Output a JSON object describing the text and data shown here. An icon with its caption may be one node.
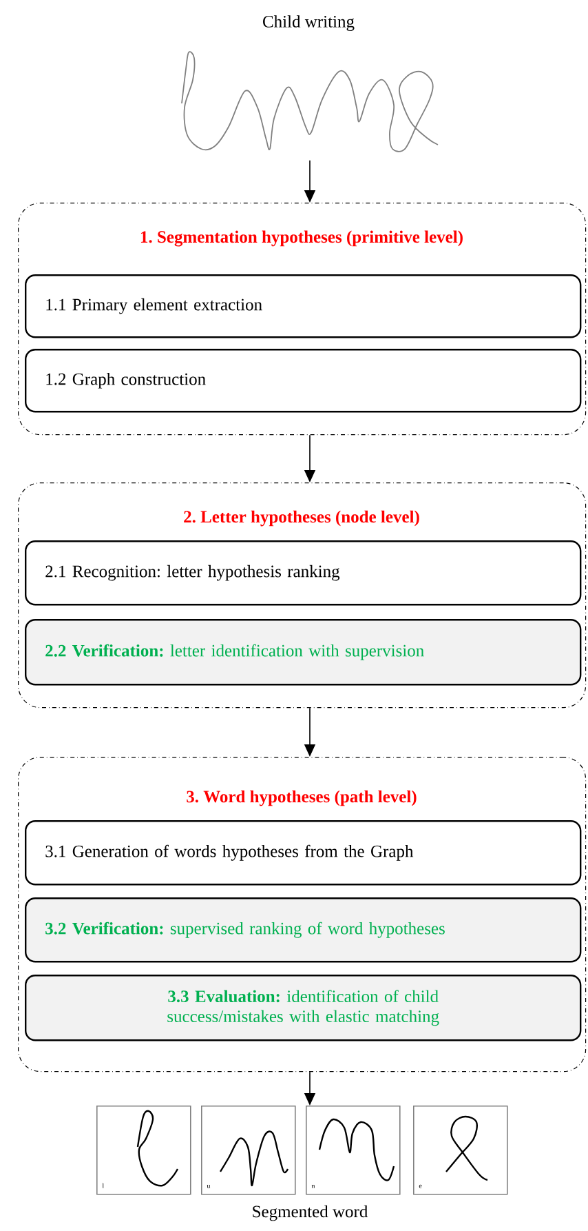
{
  "diagram": {
    "nodes": [
      {
        "text": [
          "Child writing"
        ]
      },
      {
        "text": [
          "1. Segmentation hypotheses (primitive level)"
        ]
      },
      {
        "text": [
          "1.1 Primary element extraction"
        ],
        "in": 1
      },
      {
        "text": [
          "1.2 Graph construction"
        ],
        "in": 1
      },
      {
        "text": [
          "2. Letter hypotheses (node level)"
        ]
      },
      {
        "text": [
          "2.1 Recognition: letter hypothesis ranking"
        ],
        "in": 4
      },
      {
        "text": [
          "**2.2 Verification:** letter identification with supervision"
        ],
        "in": 4
      },
      {
        "text": [
          "3. Word hypotheses (path level)"
        ]
      },
      {
        "text": [
          "3.1 Generation of words hypotheses from the Graph"
        ],
        "in": 7
      },
      {
        "text": [
          "**3.2 Verification:** supervised ranking of word hypotheses"
        ],
        "in": 7
      },
      {
        "text": [
          "**3.3 Evaluation:** identification of child success/mistakes with elastic matching"
        ],
        "in": 7
      },
      {
        "text": [
          "l"
        ]
      },
      {
        "text": [
          "u"
        ]
      },
      {
        "text": [
          "n"
        ]
      },
      {
        "text": [
          "e"
        ]
      }
    ],
    "edges": [
      {
        "from": 0,
        "to": 1,
        "arrow": "to"
      },
      {
        "from": 1,
        "to": 4,
        "arrow": "to"
      },
      {
        "from": 4,
        "to": 7,
        "arrow": "to"
      },
      {
        "from": 7,
        "to": 13,
        "arrow": "to"
      }
    ],
    "labels": [
      "Segmented word"
    ]
  }
}
